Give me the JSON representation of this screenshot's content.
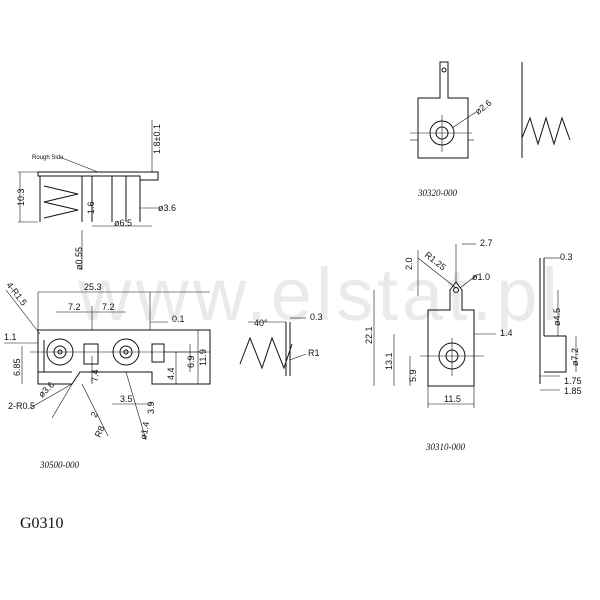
{
  "watermark": "www.elstat.pl",
  "product_code": "G0310",
  "drawings": {
    "d30320": {
      "caption": "30320-000",
      "dims": {
        "hole": "ø2.6"
      }
    },
    "d30300_side": {
      "note": "Rough Side",
      "dims": {
        "top": "1.8±0.1",
        "height": "10.3",
        "mid": "1.6",
        "pin": "ø3.6",
        "base": "ø6.5",
        "bottom": "ø0.55"
      }
    },
    "d30500": {
      "caption": "30500-000",
      "dims": {
        "width": "25.3",
        "left_half": "7.2",
        "right_half": "7.2",
        "edge_top": "0.1",
        "left_edge": "1.1",
        "left_h": "6.85",
        "angle_r": "4-R1.5",
        "dia_left": "ø3.6",
        "corner_r": "2-R0.5",
        "gap": "7.4",
        "slot": "2",
        "r_bottom": "R8",
        "bottom_w": "3.5",
        "dia_bottom": "ø1.4",
        "dia_mid": "3.9",
        "right_a": "4.4",
        "right_b": "6.9",
        "right_h": "11.9"
      }
    },
    "d_spring": {
      "dims": {
        "angle": "40°",
        "t": "0.3",
        "r": "R1"
      }
    },
    "d30310": {
      "caption": "30310-000",
      "dims": {
        "top_r": "R1.25",
        "top_a": "2.0",
        "right_a": "2.7",
        "hole_small": "ø1.0",
        "height": "22.1",
        "mid": "13.1",
        "low": "5.9",
        "right_b": "1.4",
        "width": "11.5"
      }
    },
    "d30310_side": {
      "dims": {
        "top": "0.3",
        "height": "ø4.5",
        "dia": "ø7.2",
        "base_a": "1.75",
        "base_b": "1.85"
      }
    }
  }
}
